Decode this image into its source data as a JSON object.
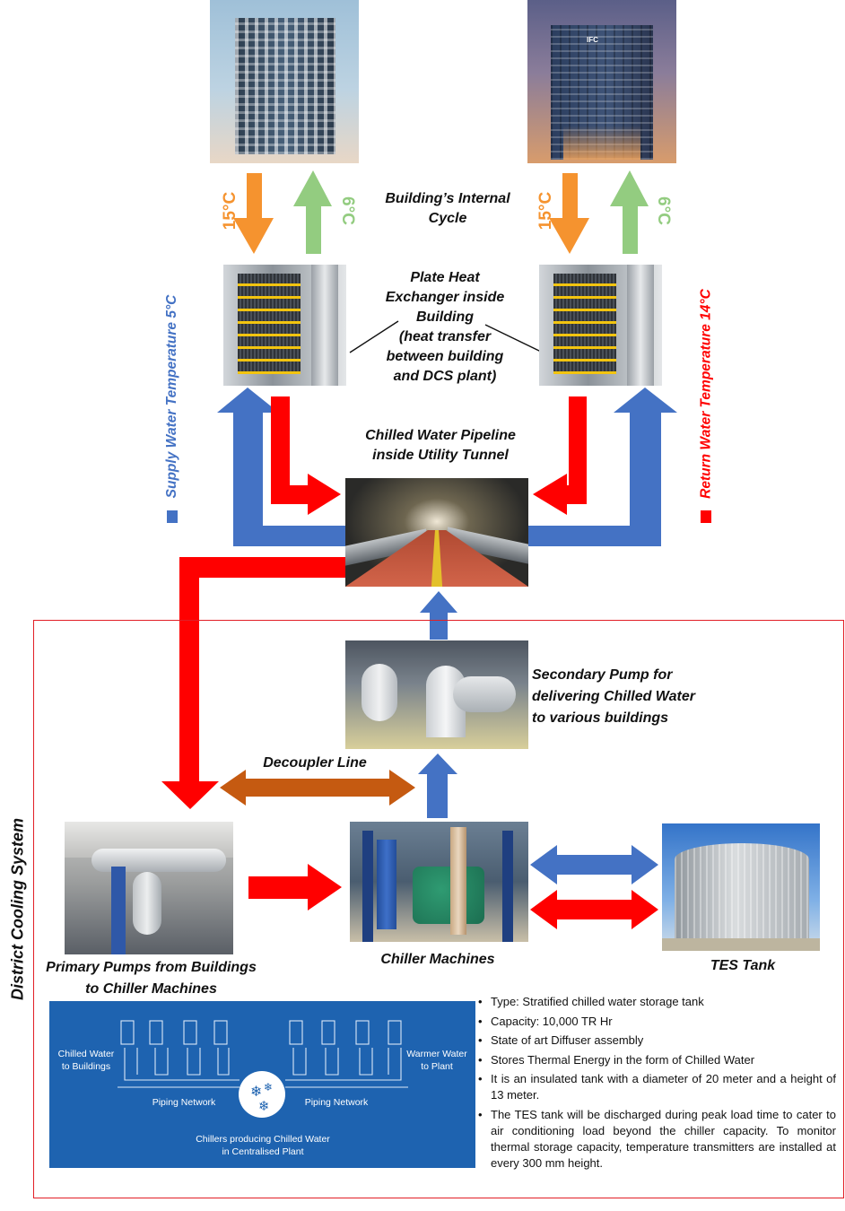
{
  "diagram": {
    "labels": {
      "internal_cycle": "Building’s Internal\nCycle",
      "phe": "Plate Heat\nExchanger inside\nBuilding\n(heat transfer\nbetween building\nand DCS plant)",
      "pipeline": "Chilled Water Pipeline\ninside Utility Tunnel",
      "secondary_pump": "Secondary Pump for\ndelivering Chilled Water\nto various buildings",
      "decoupler": "Decoupler Line",
      "primary_pumps": "Primary Pumps from Buildings\nto Chiller Machines",
      "chiller": "Chiller Machines",
      "tes": "TES Tank",
      "dcs": "District Cooling System"
    },
    "temperatures": {
      "hot": "15°C",
      "cold": "6°C",
      "supply": "Supply Water Temperature 5°C",
      "return": "Return Water Temperature 14°C"
    },
    "building_sign": "IFC",
    "panel": {
      "left": "Chilled Water\nto Buildings",
      "right": "Warmer Water\nto Plant",
      "piping": "Piping Network",
      "center": "Chillers producing Chilled Water\nin Centralised Plant"
    },
    "tes_specs": [
      "Type: Stratified chilled water storage tank",
      "Capacity: 10,000 TR Hr",
      "State of art Diffuser assembly",
      "Stores Thermal Energy in the form of Chilled Water",
      "It is an insulated tank with a diameter of 20 meter and a height of 13 meter.",
      "The TES tank will be discharged during peak load time to cater to air conditioning load beyond the chiller capacity. To monitor thermal storage capacity, temperature transmitters are installed at every 300 mm height."
    ],
    "colors": {
      "hot": "#f5932f",
      "cold": "#93cc80",
      "supply": "#4472c4",
      "return": "#ff0000",
      "decoupler": "#c55a11",
      "frame": "#e21f26",
      "panel": "#1e63b0"
    }
  }
}
